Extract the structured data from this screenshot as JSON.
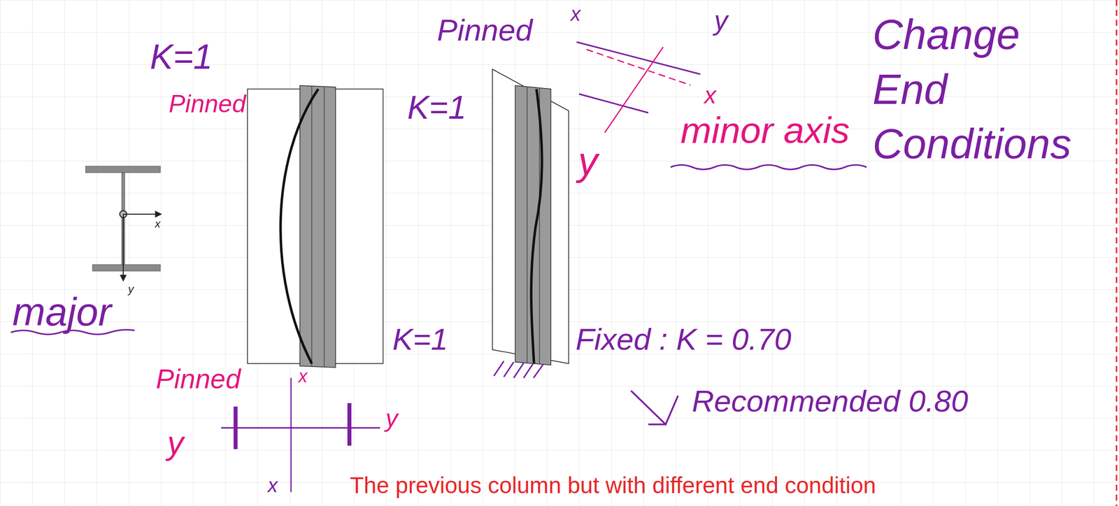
{
  "diagram": {
    "caption": "The previous column but with different end condition",
    "labels": [
      "K=1",
      "Pinned",
      "K=1",
      "x",
      "y",
      "major",
      "K=1",
      "Pinned",
      "x",
      "y",
      "y",
      "x",
      "Pinned",
      "x",
      "y",
      "x",
      "y",
      "minor axis",
      "Change End Conditions",
      "Fixed : K = 0.70",
      "Recommended 0.80"
    ]
  }
}
